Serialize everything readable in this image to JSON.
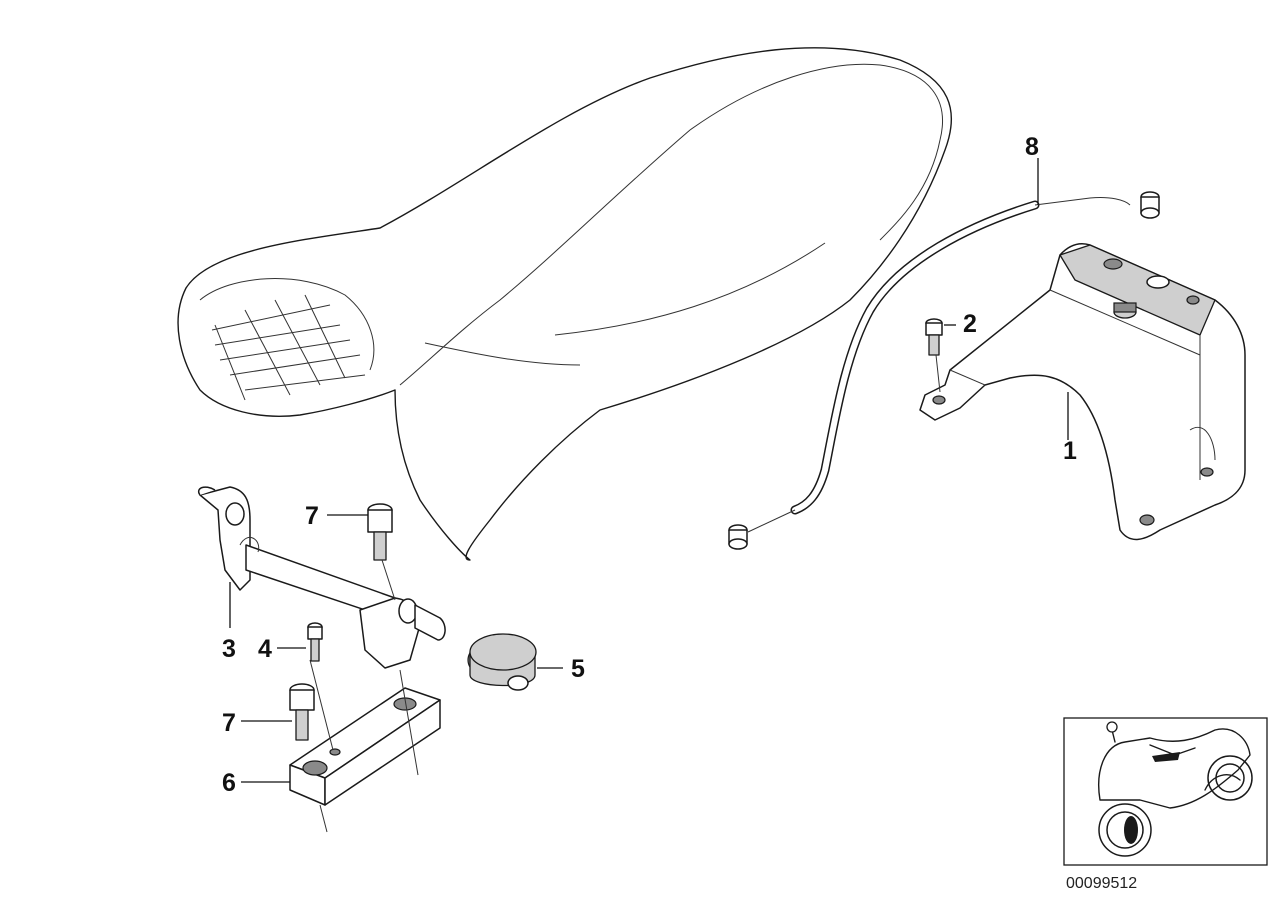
{
  "callouts": {
    "c1": "1",
    "c2": "2",
    "c3": "3",
    "c4": "4",
    "c5": "5",
    "c6": "6",
    "c7a": "7",
    "c7b": "7",
    "c8": "8"
  },
  "reference_number": "00099512"
}
